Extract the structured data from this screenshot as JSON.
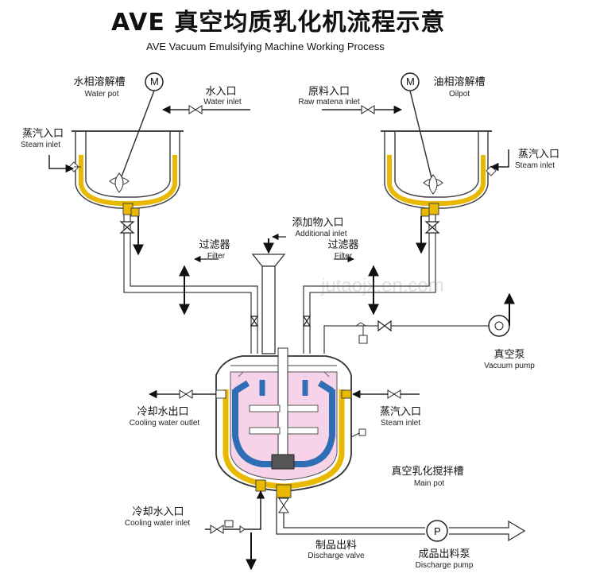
{
  "title": {
    "main": "AVE 真空均质乳化机流程示意",
    "sub": "AVE Vacuum Emulsifying Machine Working Process"
  },
  "water_pot": {
    "cn": "水相溶解槽",
    "en": "Water pot"
  },
  "water_inlet": {
    "cn": "水入口",
    "en": "Water inlet"
  },
  "raw_material_inlet": {
    "cn": "原料入口",
    "en": "Raw matena inlet"
  },
  "oil_pot": {
    "cn": "油相溶解槽",
    "en": "Oilpot"
  },
  "steam_inlet_left": {
    "cn": "蒸汽入口",
    "en": "Steam inlet"
  },
  "steam_inlet_right": {
    "cn": "蒸汽入口",
    "en": "Steam inlet"
  },
  "additional_inlet": {
    "cn": "添加物入口",
    "en": "Additional inlet"
  },
  "filter_left": {
    "cn": "过滤器",
    "en": "Filter"
  },
  "filter_right": {
    "cn": "过滤器",
    "en": "Filter"
  },
  "vacuum_pump": {
    "cn": "真空泵",
    "en": "Vacuum pump"
  },
  "cooling_water_outlet": {
    "cn": "冷却水出口",
    "en": "Cooling water outlet"
  },
  "steam_inlet_main": {
    "cn": "蒸汽入口",
    "en": "Steam inlet"
  },
  "main_pot": {
    "cn": "真空乳化搅拌槽",
    "en": "Main pot"
  },
  "cooling_water_inlet": {
    "cn": "冷却水入口",
    "en": "Cooling water inlet"
  },
  "discharge_valve": {
    "cn": "制品出料",
    "en": "Discharge valve"
  },
  "discharge_pump": {
    "cn": "成品出料泵",
    "en": "Discharge pump"
  },
  "motor_letter": "M",
  "pump_letter": "P",
  "watermark": "jutaojx.en.com",
  "colors": {
    "jacket": "#e9b800",
    "paddle": "#2f6db5",
    "interior": "#f7d3ea",
    "line": "#333333",
    "arrow": "#111111"
  },
  "icons": [
    "motor-icon",
    "valve-icon",
    "flow-arrow-icon",
    "pump-icon",
    "vacuum-pump-icon",
    "filter-icon",
    "agitator-icon"
  ]
}
